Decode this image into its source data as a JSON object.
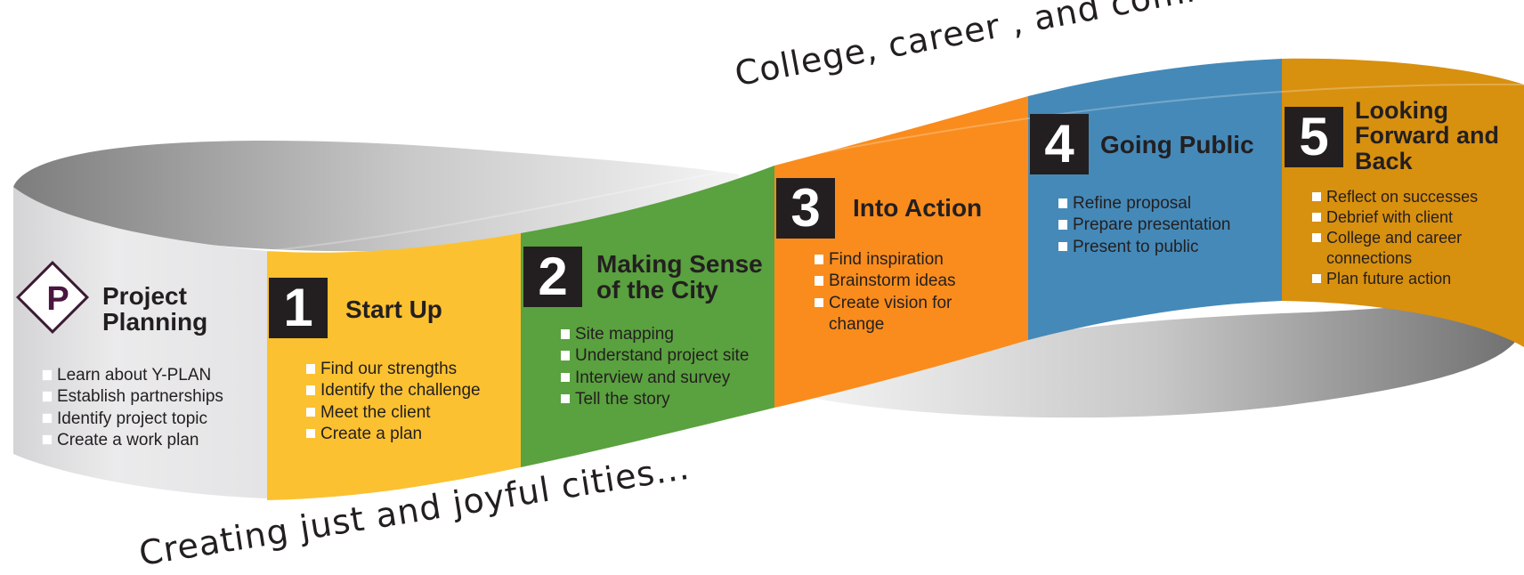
{
  "taglines": {
    "top": "College, career , and community readiness...",
    "bottom": "Creating just and joyful cities..."
  },
  "planning": {
    "icon_letter": "P",
    "title_line1": "Project",
    "title_line2": "Planning",
    "items": [
      "Learn about Y-PLAN",
      "Establish partnerships",
      "Identify project topic",
      "Create a work plan"
    ]
  },
  "steps": [
    {
      "number": "1",
      "title_line1": "Start Up",
      "color": "#fcc131",
      "items": [
        "Find our strengths",
        "Identify the challenge",
        "Meet the client",
        "Create a plan"
      ]
    },
    {
      "number": "2",
      "title_line1": "Making Sense",
      "title_line2": "of the City",
      "color": "#5aa13f",
      "items": [
        "Site mapping",
        "Understand project site",
        "Interview and survey",
        "Tell the story"
      ]
    },
    {
      "number": "3",
      "title_line1": "Into Action",
      "color": "#f98c1d",
      "items": [
        "Find inspiration",
        "Brainstorm ideas",
        "Create vision for",
        "change"
      ]
    },
    {
      "number": "4",
      "title_line1": "Going Public",
      "color": "#4589b8",
      "items": [
        "Refine proposal",
        "Prepare presentation",
        "Present to public"
      ]
    },
    {
      "number": "5",
      "title_line1": "Looking",
      "title_line2": "Forward and",
      "title_line3": "Back",
      "color": "#d8900f",
      "items": [
        "Reflect on successes",
        "Debrief with client",
        "College and career",
        "connections",
        "Plan future action"
      ]
    }
  ],
  "colors": {
    "planning_band": "#e6e6e8",
    "ribbon_shadow": "#8f8f8f",
    "number_box": "#231f20",
    "heading_text": "#231f20",
    "item_text": "#ffffff"
  }
}
